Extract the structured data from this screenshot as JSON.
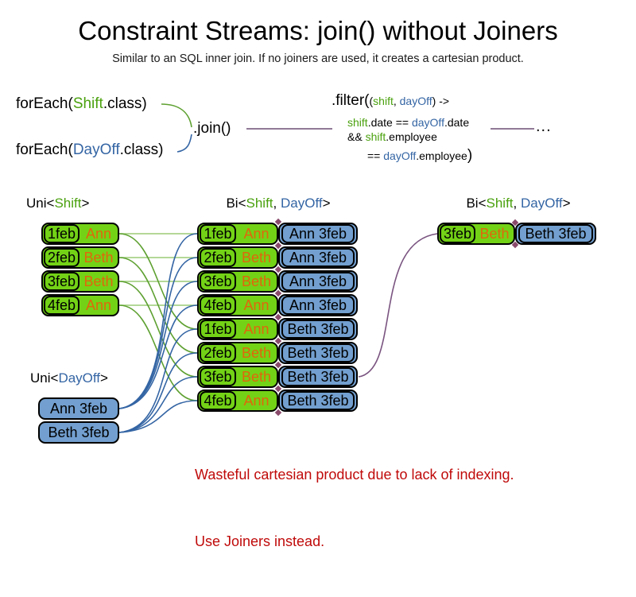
{
  "title": "Constraint Streams: join() without Joiners",
  "subtitle": "Similar to an SQL inner join. If no joiners are used, it creates a cartesian product.",
  "code": {
    "foreach_shift": {
      "fn": "forEach(",
      "cls": "Shift",
      "rest": ".class)"
    },
    "foreach_dayoff": {
      "fn": "forEach(",
      "cls": "DayOff",
      "rest": ".class)"
    },
    "join": ".join()",
    "ellipsis": "...",
    "filter": {
      "fn": ".filter(",
      "open": "(",
      "arg1": "shift",
      "comma": ", ",
      "arg2": "dayOff",
      "arrow": ") ->",
      "l2a": "shift",
      "l2b": ".date == ",
      "l2c": "dayOff",
      "l2d": ".date",
      "l3a": "&& ",
      "l3b": "shift",
      "l3c": ".employee",
      "l4a": "== ",
      "l4b": "dayOff",
      "l4c": ".employee",
      "close": ")"
    }
  },
  "headers": {
    "uni_shift": {
      "pre": "Uni<",
      "a": "Shift",
      "post": ">"
    },
    "bi_mid": {
      "pre": "Bi<",
      "a": "Shift",
      "sep": ", ",
      "b": "DayOff",
      "post": ">"
    },
    "bi_right": {
      "pre": "Bi<",
      "a": "Shift",
      "sep": ", ",
      "b": "DayOff",
      "post": ">"
    },
    "uni_dayoff": {
      "pre": "Uni<",
      "b": "DayOff",
      "post": ">"
    }
  },
  "uni_shift_rows": [
    {
      "date": "1feb",
      "name": "Ann"
    },
    {
      "date": "2feb",
      "name": "Beth"
    },
    {
      "date": "3feb",
      "name": "Beth"
    },
    {
      "date": "4feb",
      "name": "Ann"
    }
  ],
  "uni_dayoff_rows": [
    "Ann 3feb",
    "Beth 3feb"
  ],
  "bi_rows": [
    {
      "date": "1feb",
      "name": "Ann",
      "dayoff": "Ann 3feb"
    },
    {
      "date": "2feb",
      "name": "Beth",
      "dayoff": "Ann 3feb"
    },
    {
      "date": "3feb",
      "name": "Beth",
      "dayoff": "Ann 3feb"
    },
    {
      "date": "4feb",
      "name": "Ann",
      "dayoff": "Ann 3feb"
    },
    {
      "date": "1feb",
      "name": "Ann",
      "dayoff": "Beth 3feb"
    },
    {
      "date": "2feb",
      "name": "Beth",
      "dayoff": "Beth 3feb"
    },
    {
      "date": "3feb",
      "name": "Beth",
      "dayoff": "Beth 3feb"
    },
    {
      "date": "4feb",
      "name": "Ann",
      "dayoff": "Beth 3feb"
    }
  ],
  "bi_result_rows": [
    {
      "date": "3feb",
      "name": "Beth",
      "dayoff": "Beth 3feb"
    }
  ],
  "note": {
    "line1": "Wasteful cartesian product due to lack of indexing.",
    "line2": "Use Joiners instead."
  },
  "colors": {
    "box_green": "#73d216",
    "box_blue": "#729fcf",
    "shift_green_text": "#4aa10e",
    "dayoff_blue_text": "#3465a4",
    "employee_orange_text": "#e0660c",
    "note_red": "#c00a0a",
    "connector_green": "#5da030",
    "connector_green_light": "#9bcb77",
    "connector_blue": "#3465a4",
    "connector_purple": "#7a5480"
  }
}
